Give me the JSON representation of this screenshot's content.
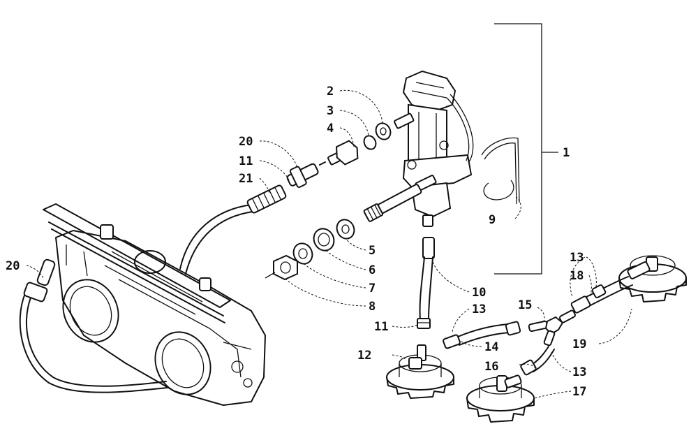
{
  "callouts": [
    {
      "id": "c1",
      "text": "1"
    },
    {
      "id": "c2",
      "text": "2"
    },
    {
      "id": "c3",
      "text": "3"
    },
    {
      "id": "c4",
      "text": "4"
    },
    {
      "id": "c5",
      "text": "5"
    },
    {
      "id": "c6",
      "text": "6"
    },
    {
      "id": "c7",
      "text": "7"
    },
    {
      "id": "c8",
      "text": "8"
    },
    {
      "id": "c9",
      "text": "9"
    },
    {
      "id": "c10",
      "text": "10"
    },
    {
      "id": "c11a",
      "text": "11"
    },
    {
      "id": "c11b",
      "text": "11"
    },
    {
      "id": "c12",
      "text": "12"
    },
    {
      "id": "c13a",
      "text": "13"
    },
    {
      "id": "c13b",
      "text": "13"
    },
    {
      "id": "c13c",
      "text": "13"
    },
    {
      "id": "c14",
      "text": "14"
    },
    {
      "id": "c15",
      "text": "15"
    },
    {
      "id": "c16",
      "text": "16"
    },
    {
      "id": "c17",
      "text": "17"
    },
    {
      "id": "c18",
      "text": "18"
    },
    {
      "id": "c19",
      "text": "19"
    },
    {
      "id": "c20a",
      "text": "20"
    },
    {
      "id": "c20b",
      "text": "20"
    },
    {
      "id": "c21",
      "text": "21"
    }
  ]
}
